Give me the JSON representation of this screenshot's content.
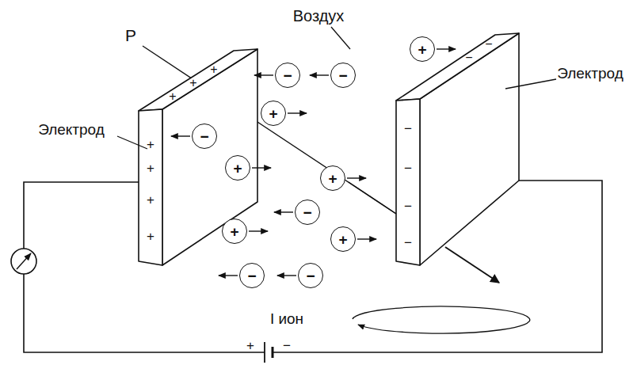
{
  "diagram": {
    "nodes": [
      {
        "text": [
          "+"
        ]
      },
      {
        "text": [
          "−"
        ]
      },
      {
        "text": [
          "−"
        ]
      },
      {
        "text": [
          "+"
        ]
      },
      {
        "text": [
          "−"
        ]
      },
      {
        "text": [
          "+"
        ]
      },
      {
        "text": [
          "+"
        ]
      },
      {
        "text": [
          "−"
        ]
      },
      {
        "text": [
          "+"
        ]
      },
      {
        "text": [
          "+"
        ]
      },
      {
        "text": [
          "−"
        ]
      },
      {
        "text": [
          "−"
        ]
      }
    ],
    "labels": [
      "Р",
      "Воздух",
      "Электрод",
      "Электрод",
      "+",
      "+",
      "+",
      "+",
      "+",
      "+",
      "+",
      "−",
      "−",
      "−",
      "−",
      "−",
      "−",
      "I ион",
      "+",
      "−"
    ]
  }
}
